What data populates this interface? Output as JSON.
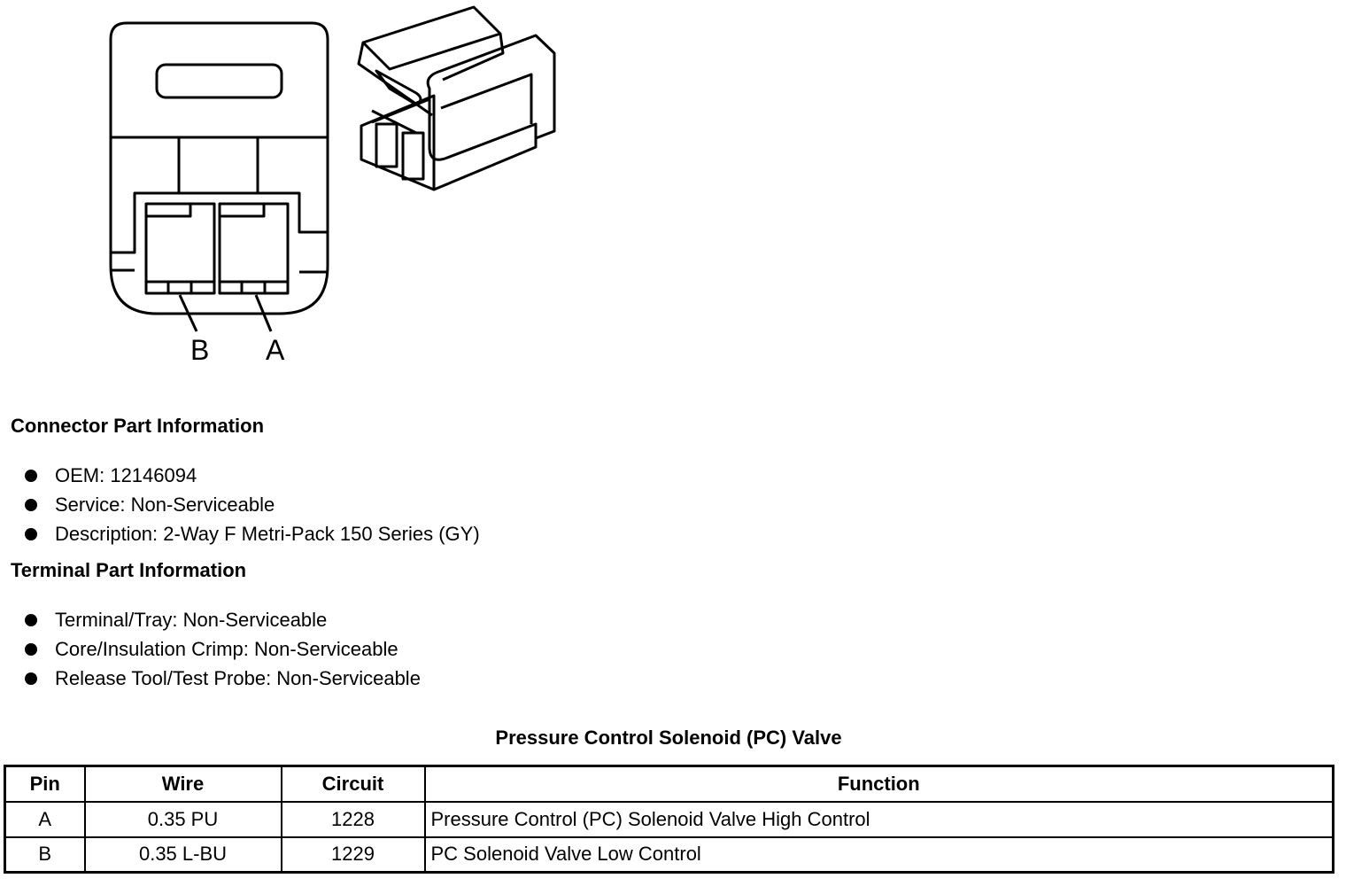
{
  "diagram": {
    "pin_labels": [
      "B",
      "A"
    ]
  },
  "connector_info": {
    "heading": "Connector Part Information",
    "items": [
      "OEM: 12146094",
      "Service: Non-Serviceable",
      "Description: 2-Way F Metri-Pack 150 Series (GY)"
    ]
  },
  "terminal_info": {
    "heading": "Terminal Part Information",
    "items": [
      "Terminal/Tray: Non-Serviceable",
      "Core/Insulation Crimp: Non-Serviceable",
      "Release Tool/Test Probe: Non-Serviceable"
    ]
  },
  "table": {
    "title": "Pressure Control Solenoid (PC) Valve",
    "headers": [
      "Pin",
      "Wire",
      "Circuit",
      "Function"
    ],
    "rows": [
      [
        "A",
        "0.35 PU",
        "1228",
        "Pressure Control (PC) Solenoid Valve High Control"
      ],
      [
        "B",
        "0.35 L-BU",
        "1229",
        "PC Solenoid Valve Low Control"
      ]
    ]
  }
}
